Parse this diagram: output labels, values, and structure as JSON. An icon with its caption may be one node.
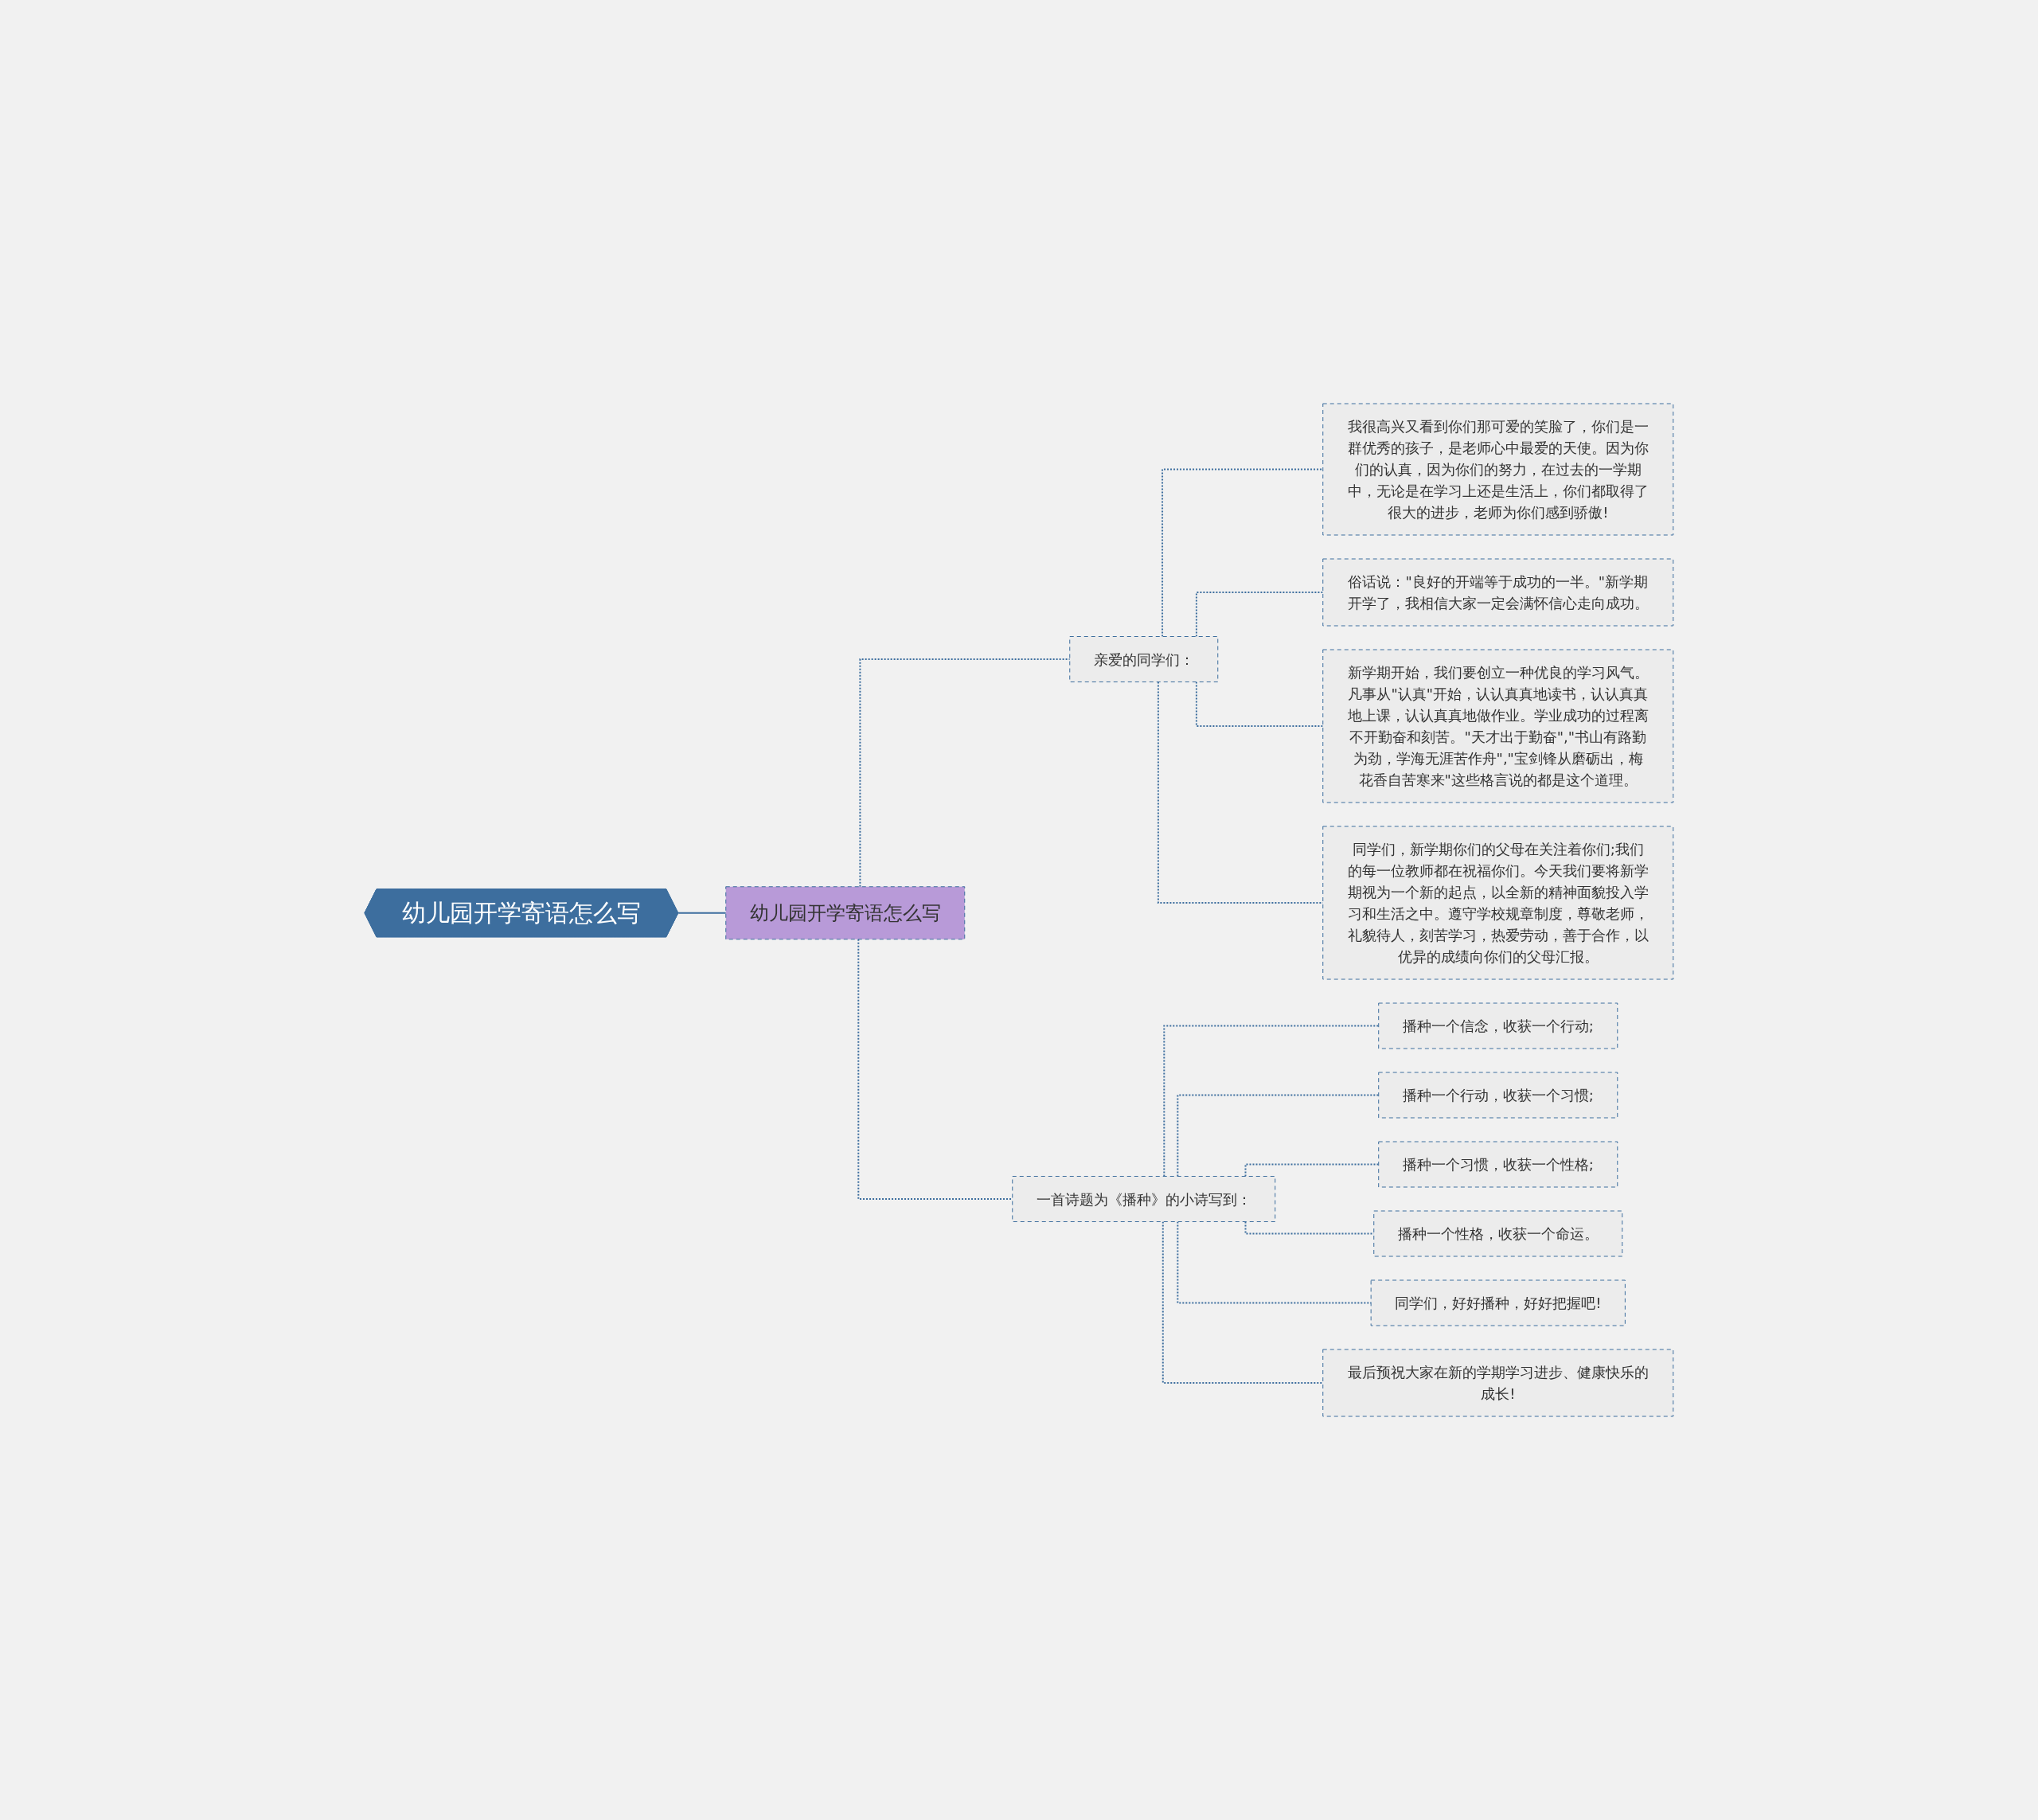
{
  "diagram": {
    "nodes": [
      {
        "text": [
          "幼儿园开学寄语怎么写"
        ]
      },
      {
        "text": [
          "幼儿园开学寄语怎么写"
        ]
      },
      {
        "text": [
          "亲爱的同学们："
        ]
      },
      {
        "text": [
          "我很高兴又看到你们那可爱的笑脸了，你们是一群优秀的孩子，是老师心中最爱的天使。因为你们的认真，因为你们的努力，在过去的一学期中，无论是在学习上还是生活上，你们都取得了很大的进步，老师为你们感到骄傲!"
        ]
      },
      {
        "text": [
          "俗话说：\"良好的开端等于成功的一半。\"新学期开学了，我相信大家一定会满怀信心走向成功。"
        ]
      },
      {
        "text": [
          "新学期开始，我们要创立一种优良的学习风气。凡事从\"认真\"开始，认认真真地读书，认认真真地上课，认认真真地做作业。学业成功的过程离不开勤奋和刻苦。\"天才出于勤奋\",\"书山有路勤为劲，学海无涯苦作舟\",\"宝剑锋从磨砺出，梅花香自苦寒来\"这些格言说的都是这个道理。"
        ]
      },
      {
        "text": [
          "同学们，新学期你们的父母在关注着你们;我们的每一位教师都在祝福你们。今天我们要将新学期视为一个新的起点，以全新的精神面貌投入学习和生活之中。遵守学校规章制度，尊敬老师，礼貌待人，刻苦学习，热爱劳动，善于合作，以优异的成绩向你们的父母汇报。"
        ]
      },
      {
        "text": [
          "一首诗题为《播种》的小诗写到："
        ]
      },
      {
        "text": [
          "播种一个信念，收获一个行动;"
        ]
      },
      {
        "text": [
          "播种一个行动，收获一个习惯;"
        ]
      },
      {
        "text": [
          "播种一个习惯，收获一个性格;"
        ]
      },
      {
        "text": [
          "播种一个性格，收获一个命运。"
        ]
      },
      {
        "text": [
          "同学们，好好播种，好好把握吧!"
        ]
      },
      {
        "text": [
          "最后预祝大家在新的学期学习进步、健康快乐的成长!"
        ]
      }
    ],
    "edges": [
      {
        "from": 0,
        "to": 1,
        "arrow": "none"
      },
      {
        "from": 1,
        "to": 2,
        "arrow": "none",
        "style": "dashed"
      },
      {
        "from": 1,
        "to": 7,
        "arrow": "none",
        "style": "dashed"
      },
      {
        "from": 2,
        "to": 3,
        "arrow": "none",
        "style": "dashed"
      },
      {
        "from": 2,
        "to": 4,
        "arrow": "none",
        "style": "dashed"
      },
      {
        "from": 2,
        "to": 5,
        "arrow": "none",
        "style": "dashed"
      },
      {
        "from": 2,
        "to": 6,
        "arrow": "none",
        "style": "dashed"
      },
      {
        "from": 7,
        "to": 8,
        "arrow": "none",
        "style": "dashed"
      },
      {
        "from": 7,
        "to": 9,
        "arrow": "none",
        "style": "dashed"
      },
      {
        "from": 7,
        "to": 10,
        "arrow": "none",
        "style": "dashed"
      },
      {
        "from": 7,
        "to": 11,
        "arrow": "none",
        "style": "dashed"
      },
      {
        "from": 7,
        "to": 12,
        "arrow": "none",
        "style": "dashed"
      },
      {
        "from": 7,
        "to": 13,
        "arrow": "none",
        "style": "dashed"
      }
    ]
  }
}
